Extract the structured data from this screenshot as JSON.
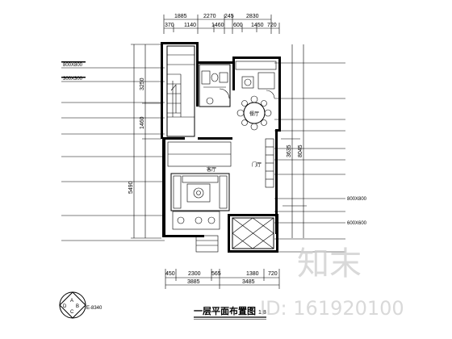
{
  "drawing": {
    "title": "一层平面布置图",
    "scale_text": "1:8",
    "code": "E-8340"
  },
  "dims_top_row1": [
    "1885",
    "2270",
    "245",
    "2830"
  ],
  "dims_top_row2": [
    "370",
    "1140",
    "1460",
    "600",
    "1450",
    "720"
  ],
  "dims_bottom_row1": [
    "450",
    "2300",
    "565",
    "1380",
    "720"
  ],
  "dims_bottom_row2": [
    "3885",
    "3485"
  ],
  "dims_left": [
    "3250",
    "1460",
    "5490"
  ],
  "dims_right_inner": [
    "3635"
  ],
  "dims_right_outer": [
    "8045"
  ],
  "left_labels": [
    "800X800",
    "300X300",
    "",
    "",
    "",
    "",
    "",
    "",
    "",
    ""
  ],
  "right_labels": [
    "",
    "",
    "",
    "",
    "",
    "",
    "",
    "800X800",
    "",
    "600X600",
    "",
    ""
  ],
  "rooms": {
    "living": "客厅",
    "dining": "餐厅",
    "hall": "门厅"
  },
  "compass_letters": [
    "A",
    "B",
    "C",
    "D"
  ],
  "watermark": {
    "logo": "知末",
    "id_text": "ID: 161920100"
  }
}
